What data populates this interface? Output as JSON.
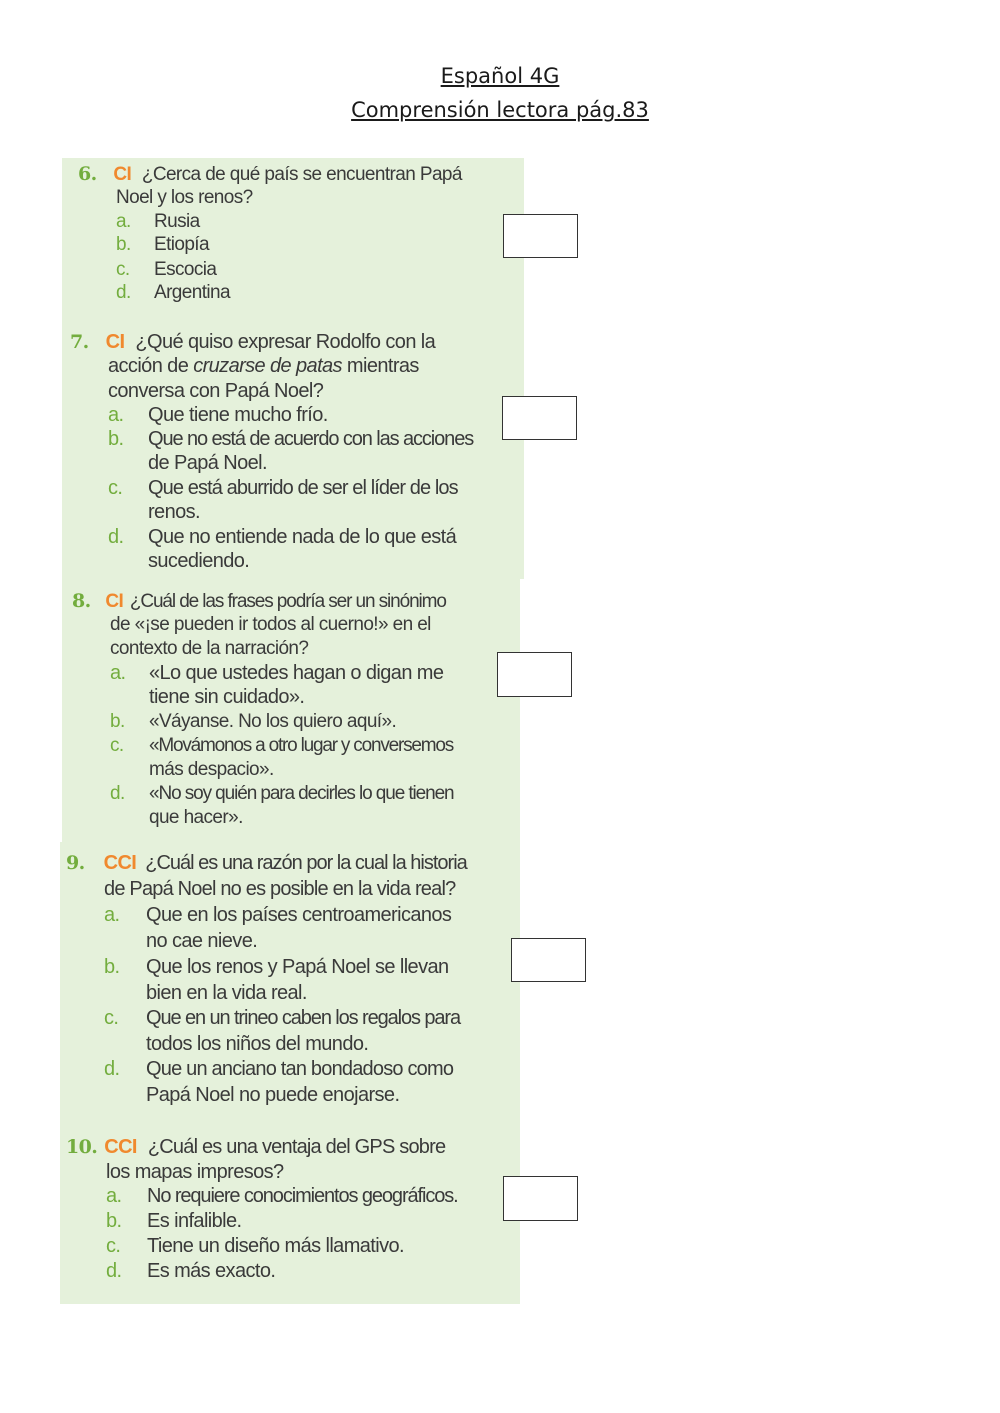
{
  "header": {
    "title": "Español 4G",
    "subtitle": "Comprensión lectora pág.83"
  },
  "questions": [
    {
      "number": "6.",
      "code": "CI",
      "lines": [
        "¿Cerca de qué país se encuentran Papá",
        "Noel y los renos?"
      ],
      "options": [
        {
          "letter": "a.",
          "lines": [
            "Rusia"
          ]
        },
        {
          "letter": "b.",
          "lines": [
            "Etiopía"
          ]
        },
        {
          "letter": "c.",
          "lines": [
            "Escocia"
          ]
        },
        {
          "letter": "d.",
          "lines": [
            "Argentina"
          ]
        }
      ]
    },
    {
      "number": "7.",
      "code": "CI",
      "lines": [
        "¿Qué quiso expresar Rodolfo con la",
        "acción de ",
        "cruzarse de patas",
        " mientras",
        "conversa con Papá Noel?"
      ],
      "options": [
        {
          "letter": "a.",
          "lines": [
            "Que tiene mucho frío."
          ]
        },
        {
          "letter": "b.",
          "lines": [
            "Que no está de acuerdo con las acciones",
            "de Papá Noel."
          ]
        },
        {
          "letter": "c.",
          "lines": [
            "Que está aburrido de ser el líder de los",
            "renos."
          ]
        },
        {
          "letter": "d.",
          "lines": [
            "Que no entiende nada de lo que está",
            "sucediendo."
          ]
        }
      ]
    },
    {
      "number": "8.",
      "code": "CI",
      "lines": [
        "¿Cuál de las frases podría ser un sinónimo",
        "de «¡se pueden ir todos al cuerno!» en el",
        "contexto de la narración?"
      ],
      "options": [
        {
          "letter": "a.",
          "lines": [
            "«Lo que ustedes hagan o digan me",
            "tiene sin cuidado»."
          ]
        },
        {
          "letter": "b.",
          "lines": [
            "«Váyanse. No los quiero aquí»."
          ]
        },
        {
          "letter": "c.",
          "lines": [
            "«Movámonos a otro lugar y conversemos",
            "más despacio»."
          ]
        },
        {
          "letter": "d.",
          "lines": [
            "«No soy quién para decirles lo que tienen",
            "que hacer»."
          ]
        }
      ]
    },
    {
      "number": "9.",
      "code": "CCI",
      "lines": [
        "¿Cuál es una razón por la cual la historia",
        "de Papá Noel no es posible en la vida real?"
      ],
      "options": [
        {
          "letter": "a.",
          "lines": [
            "Que en los países centroamericanos",
            "no cae nieve."
          ]
        },
        {
          "letter": "b.",
          "lines": [
            "Que los renos y Papá Noel se llevan",
            "bien en la vida real."
          ]
        },
        {
          "letter": "c.",
          "lines": [
            "Que en un trineo caben los regalos para",
            "todos los niños del mundo."
          ]
        },
        {
          "letter": "d.",
          "lines": [
            "Que un anciano tan bondadoso como",
            "Papá Noel no puede enojarse."
          ]
        }
      ]
    },
    {
      "number": "10.",
      "code": "CCI",
      "lines": [
        "¿Cuál es una ventaja del GPS sobre",
        "los mapas impresos?"
      ],
      "options": [
        {
          "letter": "a.",
          "lines": [
            "No requiere conocimientos geográficos."
          ]
        },
        {
          "letter": "b.",
          "lines": [
            "Es infalible."
          ]
        },
        {
          "letter": "c.",
          "lines": [
            "Tiene un diseño más llamativo."
          ]
        },
        {
          "letter": "d.",
          "lines": [
            "Es más exacto."
          ]
        }
      ]
    }
  ],
  "colors": {
    "panel_background": "#e5f1db",
    "number_green": "#73ad3e",
    "code_orange": "#f0892e"
  }
}
